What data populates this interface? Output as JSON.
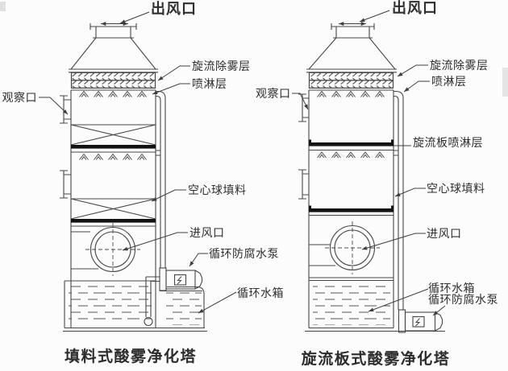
{
  "towers": {
    "left": {
      "caption": "填料式酸雾净化塔",
      "labels": {
        "outlet": "出风口",
        "demister_layer": "旋流除雾层",
        "spray_layer": "喷淋层",
        "observation_port": "观察口",
        "hollow_ball_packing": "空心球填料",
        "air_inlet": "进风口",
        "circulation_pump": "循环防腐水泵",
        "circulation_tank": "循环水箱"
      }
    },
    "right": {
      "caption": "旋流板式酸雾净化塔",
      "labels": {
        "outlet": "出风口",
        "demister_layer": "旋流除雾层",
        "spray_layer": "喷淋层",
        "observation_port": "观察口",
        "swirl_plate_spray_layer": "旋流板喷淋层",
        "hollow_ball_packing": "空心球填料",
        "air_inlet": "进风口",
        "circulation_tank": "循环水箱",
        "circulation_pump": "循环防腐水泵"
      }
    }
  },
  "colors": {
    "line": "#474747",
    "plate": "#121212",
    "leader": "#3f3f3f",
    "background": "#fcfcfc",
    "text": "#2d2d2d"
  }
}
